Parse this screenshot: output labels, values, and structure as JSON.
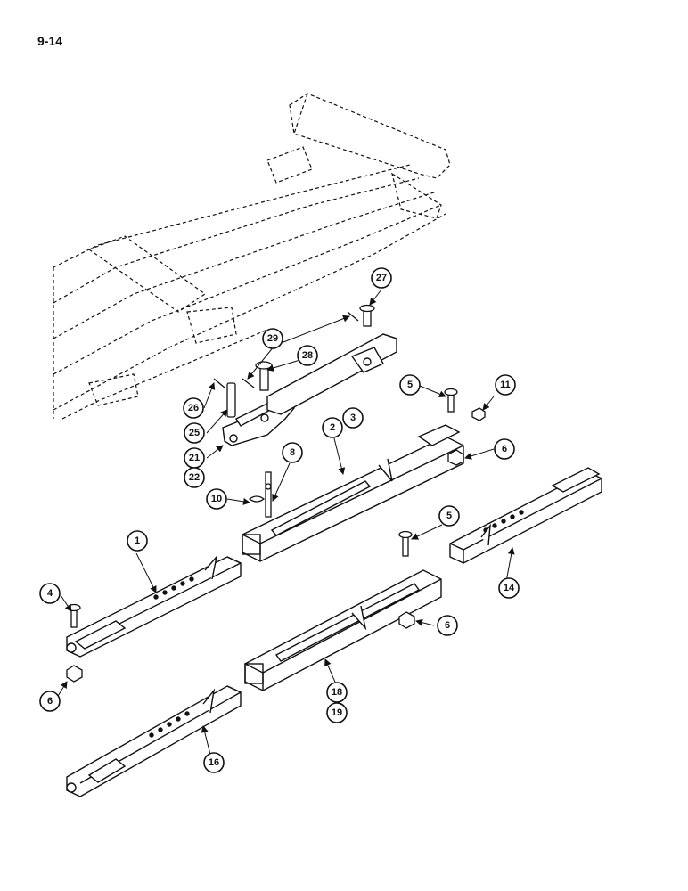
{
  "page_label": "9-14",
  "callouts": {
    "c1": "1",
    "c2": "2",
    "c3": "3",
    "c4": "4",
    "c5a": "5",
    "c5b": "5",
    "c6a": "6",
    "c6b": "6",
    "c6c": "6",
    "c8": "8",
    "c10": "10",
    "c11": "11",
    "c14": "14",
    "c16": "16",
    "c18": "18",
    "c19": "19",
    "c21": "21",
    "c22": "22",
    "c25": "25",
    "c26": "26",
    "c27": "27",
    "c28": "28",
    "c29": "29"
  },
  "colors": {
    "ink": "#111111",
    "paper": "#ffffff"
  }
}
